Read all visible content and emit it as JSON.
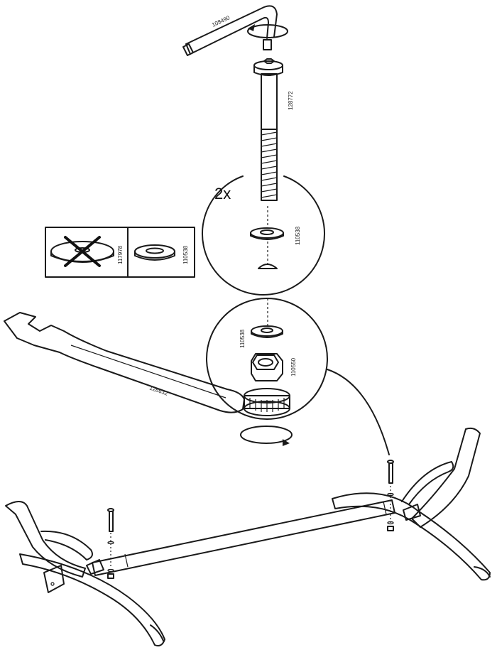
{
  "labels": {
    "allen_key": "108490",
    "bolt": "128772",
    "washer_top": "110538",
    "washer_bottom": "110538",
    "nut": "110550",
    "wrench": "128632",
    "wrong_washer": "117978",
    "right_washer": "110538",
    "quantity": "2x"
  },
  "colors": {
    "stroke": "#1a1a1a",
    "metal_fill": "#e8e8e8",
    "metal_dark": "#c4c4c4",
    "wrong_mark": "#111111"
  }
}
